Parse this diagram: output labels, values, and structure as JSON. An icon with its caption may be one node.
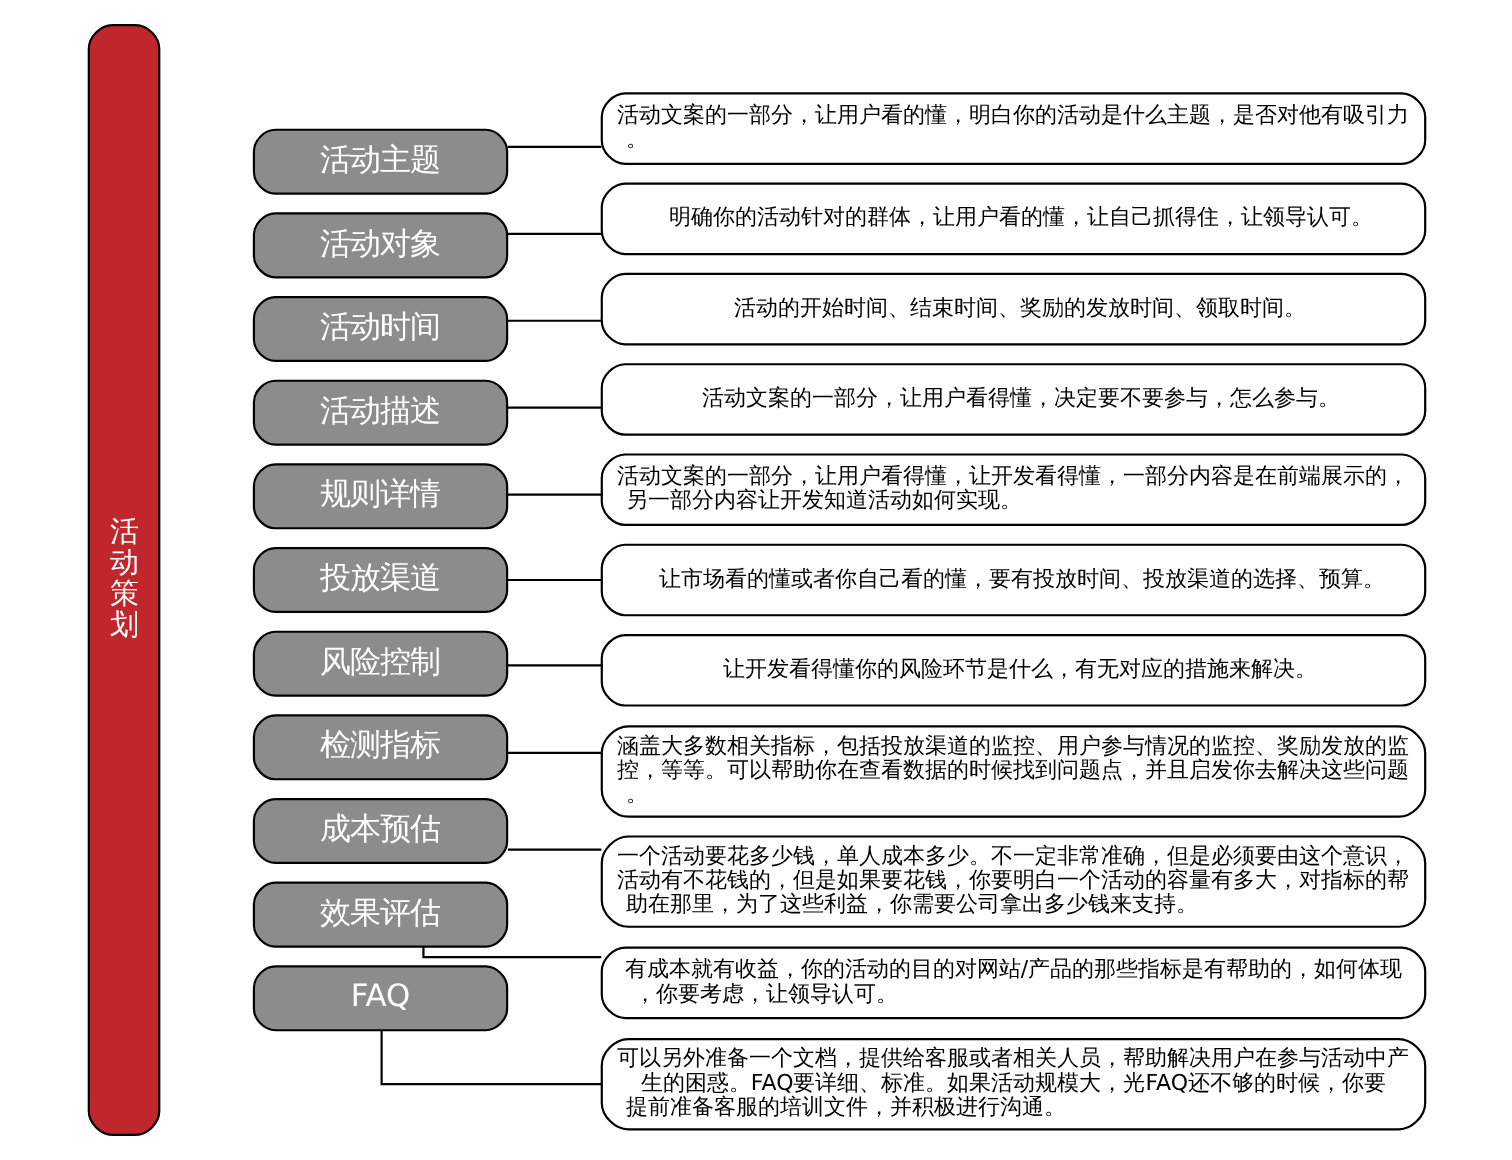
{
  "diagram": {
    "nodes": [
      {
        "text": [
          "活动策划"
        ]
      },
      {
        "text": [
          "活动主题"
        ]
      },
      {
        "text": [
          "活动文案的一部分，让用户看的懂，明白你的活动是什么主题，是否对他有吸引力。"
        ]
      },
      {
        "text": [
          "活动对象"
        ]
      },
      {
        "text": [
          "明确你的活动针对的群体，让用户看的懂，让自己抓得住，让领导认可。"
        ]
      },
      {
        "text": [
          "活动时间"
        ]
      },
      {
        "text": [
          "活动的开始时间、结束时间、奖励的发放时间、领取时间。"
        ]
      },
      {
        "text": [
          "活动描述"
        ]
      },
      {
        "text": [
          "活动文案的一部分，让用户看得懂，决定要不要参与，怎么参与。"
        ]
      },
      {
        "text": [
          "规则详情"
        ]
      },
      {
        "text": [
          "活动文案的一部分，让用户看得懂，让开发看得懂，一部分内容是在前端展示的，另一部分内容让开发知道活动如何实现。"
        ]
      },
      {
        "text": [
          "投放渠道"
        ]
      },
      {
        "text": [
          "让市场看的懂或者你自己看的懂，要有投放时间、投放渠道的选择、预算。"
        ]
      },
      {
        "text": [
          "风险控制"
        ]
      },
      {
        "text": [
          "让开发看得懂你的风险环节是什么，有无对应的措施来解决。"
        ]
      },
      {
        "text": [
          "检测指标"
        ]
      },
      {
        "text": [
          "涵盖大多数相关指标，包括投放渠道的监控、用户参与情况的监控、奖励发放的监控，等等。可以帮助你在查看数据的时候找到问题点，并且启发你去解决这些问题。"
        ]
      },
      {
        "text": [
          "成本预估"
        ]
      },
      {
        "text": [
          "一个活动要花多少钱，单人成本多少。不一定非常准确，但是必须要由这个意识，活动有不花钱的，但是如果要花钱，你要明白一个活动的容量有多大，对指标的帮助在那里，为了这些利益，你需要公司拿出多少钱来支持。"
        ]
      },
      {
        "text": [
          "效果评估"
        ]
      },
      {
        "text": [
          "有成本就有收益，你的活动的目的对网站/产品的那些指标是有帮助的，如何体现，你要考虑，让领导认可。"
        ]
      },
      {
        "text": [
          "FAQ"
        ]
      },
      {
        "text": [
          "可以另外准备一个文档，提供给客服或者相关人员，帮助解决用户在参与活动中产生的困惑。FAQ要详细、标准。如果活动规模大，光FAQ还不够的时候，你要提前准备客服的培训文件，并积极进行沟通。"
        ]
      }
    ],
    "edges": [
      {
        "from": 1,
        "to": 2,
        "arrow": "none"
      },
      {
        "from": 3,
        "to": 4,
        "arrow": "none"
      },
      {
        "from": 5,
        "to": 6,
        "arrow": "none"
      },
      {
        "from": 7,
        "to": 8,
        "arrow": "none"
      },
      {
        "from": 9,
        "to": 10,
        "arrow": "none"
      },
      {
        "from": 11,
        "to": 12,
        "arrow": "none"
      },
      {
        "from": 13,
        "to": 14,
        "arrow": "none"
      },
      {
        "from": 15,
        "to": 16,
        "arrow": "none"
      },
      {
        "from": 17,
        "to": 18,
        "arrow": "none"
      },
      {
        "from": 19,
        "to": 20,
        "arrow": "none"
      },
      {
        "from": 21,
        "to": 22,
        "arrow": "none"
      }
    ]
  }
}
